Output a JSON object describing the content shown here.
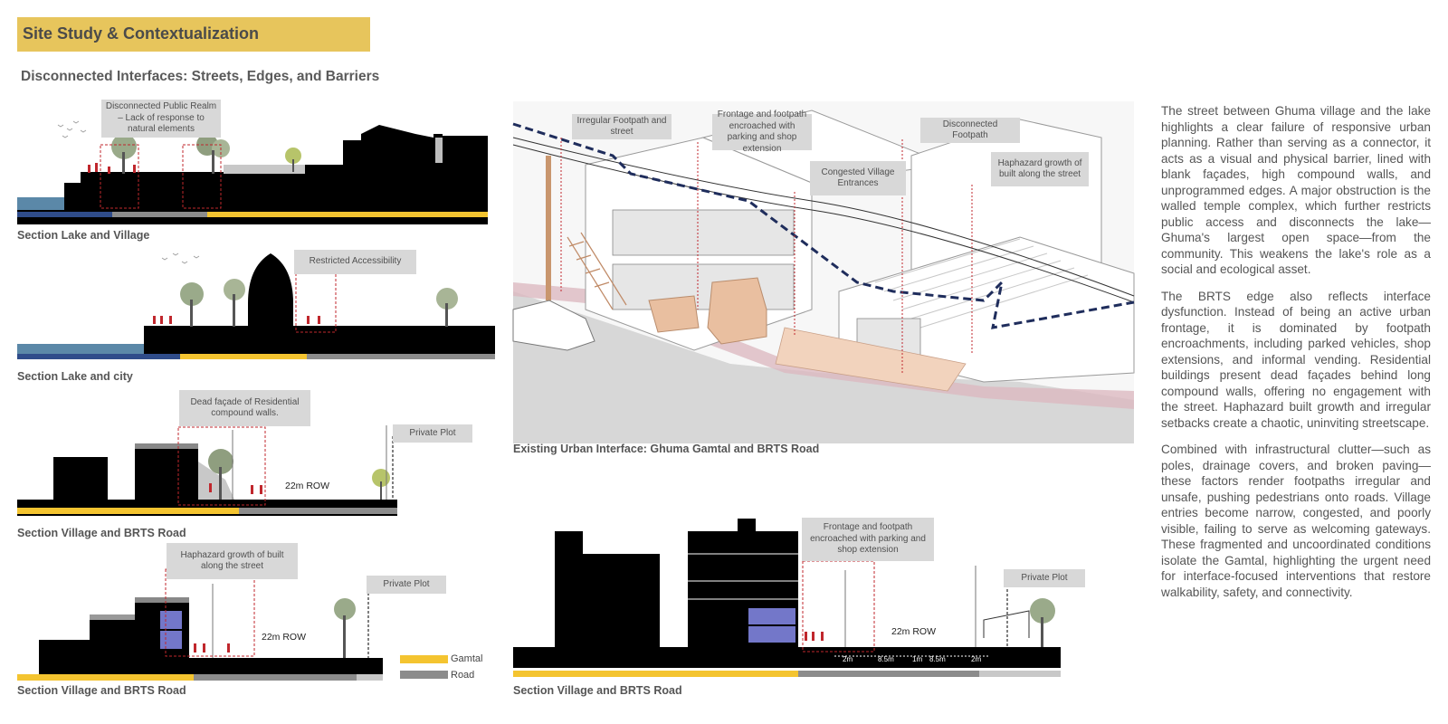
{
  "header": {
    "title": "Site Study & Contextualization",
    "subtitle": "Disconnected Interfaces: Streets, Edges, and Barriers"
  },
  "sections": [
    {
      "label": "Section Lake and Village",
      "callouts": [
        "Disconnected Public Realm – Lack of response to natural elements"
      ]
    },
    {
      "label": "Section Lake and city",
      "callouts": [
        "Restricted Accessibility"
      ]
    },
    {
      "label": "Section Village and BRTS Road",
      "callouts": [
        "Dead façade of Residential compound walls.",
        "Private Plot"
      ],
      "row": "22m ROW"
    },
    {
      "label": "Section Village and BRTS Road",
      "callouts": [
        "Haphazard growth of built along the street",
        "Private Plot"
      ],
      "row": "22m ROW"
    },
    {
      "label": "Section Village and BRTS Road",
      "callouts": [
        "Frontage and footpath encroached with parking and shop extension",
        "Private Plot"
      ],
      "row": "22m ROW",
      "dims": [
        "2m",
        "8.5m",
        "1m",
        "8.5m",
        "2m"
      ]
    }
  ],
  "axonometric": {
    "caption": "Existing Urban Interface: Ghuma Gamtal and BRTS Road",
    "callouts": [
      "Irregular Footpath and street",
      "Frontage and footpath encroached with parking and shop extension",
      "Congested Village Entrances",
      "Disconnected Footpath",
      "Haphazard growth of built along the street"
    ]
  },
  "legend": [
    {
      "label": "Gamtal",
      "color": "#f4c430"
    },
    {
      "label": "Road",
      "color": "#8c8c8c"
    }
  ],
  "body_paragraphs": [
    "The street between Ghuma village and the lake highlights a clear failure of responsive urban planning. Rather than serving as a connector, it acts as a visual and physical barrier, lined with blank façades, high compound walls, and unprogrammed edges. A major obstruction is the walled temple complex, which further restricts public access and disconnects the lake—Ghuma's largest open space—from the community. This weakens the lake's role as a social and ecological asset.",
    "The BRTS edge also reflects interface dysfunction. Instead of being an active urban frontage, it is dominated by footpath encroachments, including parked vehicles, shop extensions, and informal vending. Residential buildings present dead façades behind long compound walls, offering no engagement with the street. Haphazard built growth and irregular setbacks create a chaotic, uninviting streetscape.",
    "Combined with infrastructural clutter—such as poles, drainage covers, and broken paving—these factors render footpaths irregular and unsafe, pushing pedestrians onto roads. Village entries become narrow, congested, and poorly visible, failing to serve as welcoming gateways. These fragmented and uncoordinated conditions isolate the Gamtal, highlighting the urgent need for interface-focused interventions that restore walkability, safety, and connectivity."
  ],
  "colors": {
    "accent": "#e7c55c",
    "gamtal": "#f4c430",
    "road": "#8c8c8c",
    "lake": "#5b88a8",
    "dashed_line": "#1f2d5c",
    "encroach": "#e9bfa0",
    "highlight": "#7377c9"
  }
}
